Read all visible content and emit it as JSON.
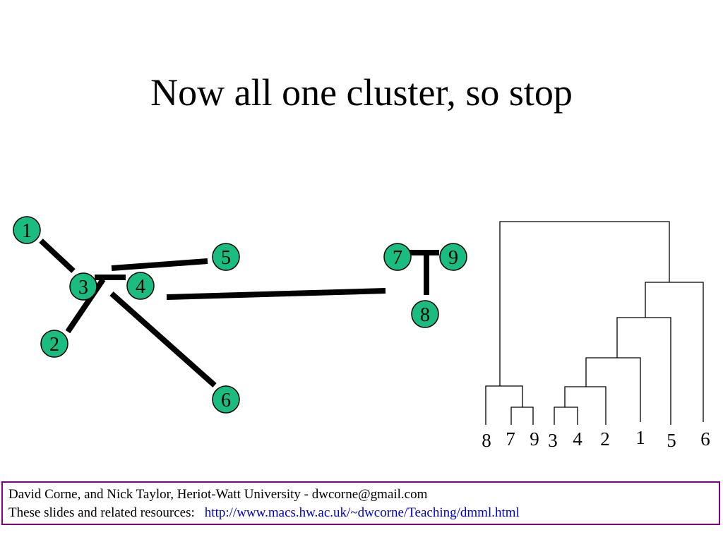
{
  "slide": {
    "title": "Now all one cluster, so stop"
  },
  "colors": {
    "node_fill": "#1abc80",
    "edge": "#000000",
    "footer_border": "#800080",
    "link": "#0000cc"
  },
  "graph": {
    "nodes": [
      {
        "label": "1"
      },
      {
        "label": "2"
      },
      {
        "label": "3"
      },
      {
        "label": "4"
      },
      {
        "label": "5"
      },
      {
        "label": "6"
      },
      {
        "label": "7"
      },
      {
        "label": "8"
      },
      {
        "label": "9"
      }
    ]
  },
  "dendrogram": {
    "leaf_order": [
      "8",
      "7",
      "9",
      "3",
      "4",
      "2",
      "1",
      "5",
      "6"
    ]
  },
  "footer": {
    "line1": "David Corne, and Nick Taylor,  Heriot-Watt University  -  dwcorne@gmail.com",
    "line2_prefix": "These slides and related resources:",
    "link": "http://www.macs.hw.ac.uk/~dwcorne/Teaching/dmml.html"
  }
}
